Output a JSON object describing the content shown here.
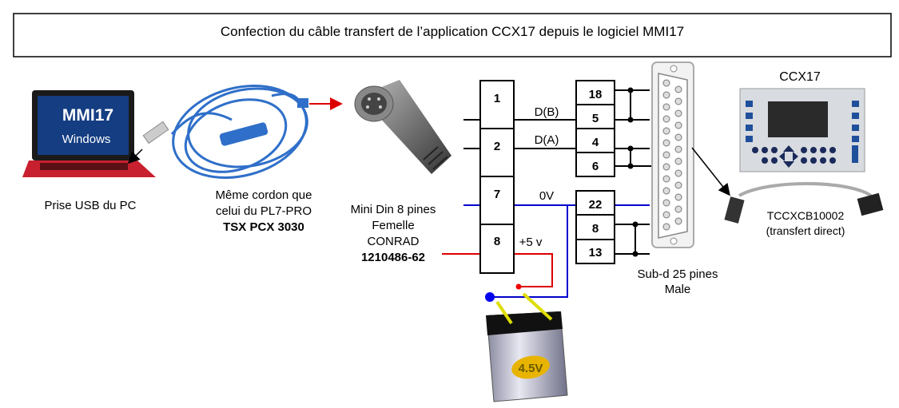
{
  "title": "Confection du câble transfert de l’application CCX17 depuis le logiciel MMI17",
  "laptop": {
    "screen_title": "MMI17",
    "screen_subtitle": "Windows",
    "caption": "Prise USB du PC"
  },
  "usb_cable": {
    "caption_lines": [
      "Même cordon que",
      "celui du PL7-PRO"
    ],
    "reference": "TSX PCX 3030"
  },
  "mini_din": {
    "caption_lines": [
      "Mini Din 8 pines",
      "Femelle",
      "CONRAD"
    ],
    "reference": "1210486-62"
  },
  "wiring": {
    "din_pins": [
      "1",
      "2",
      "7",
      "8"
    ],
    "signals": {
      "d_b": "D(B)",
      "d_a": "D(A)",
      "zero_v": "0V",
      "plus5": "+5 v"
    },
    "subd_pins_group1": [
      "18",
      "5",
      "4",
      "6"
    ],
    "subd_pins_group2": [
      "22",
      "8",
      "13"
    ]
  },
  "subd": {
    "caption_lines": [
      "Sub-d 25 pines",
      "Male"
    ]
  },
  "ccx17": {
    "label": "CCX17",
    "cable_ref": "TCCXCB10002",
    "cable_note": "(transfert direct)"
  },
  "battery": {
    "label": "4.5V"
  },
  "colors": {
    "ground": "#0000cc",
    "supply": "#dd0000",
    "cable": "#2f6fc9",
    "laptop": "#c8202f"
  }
}
